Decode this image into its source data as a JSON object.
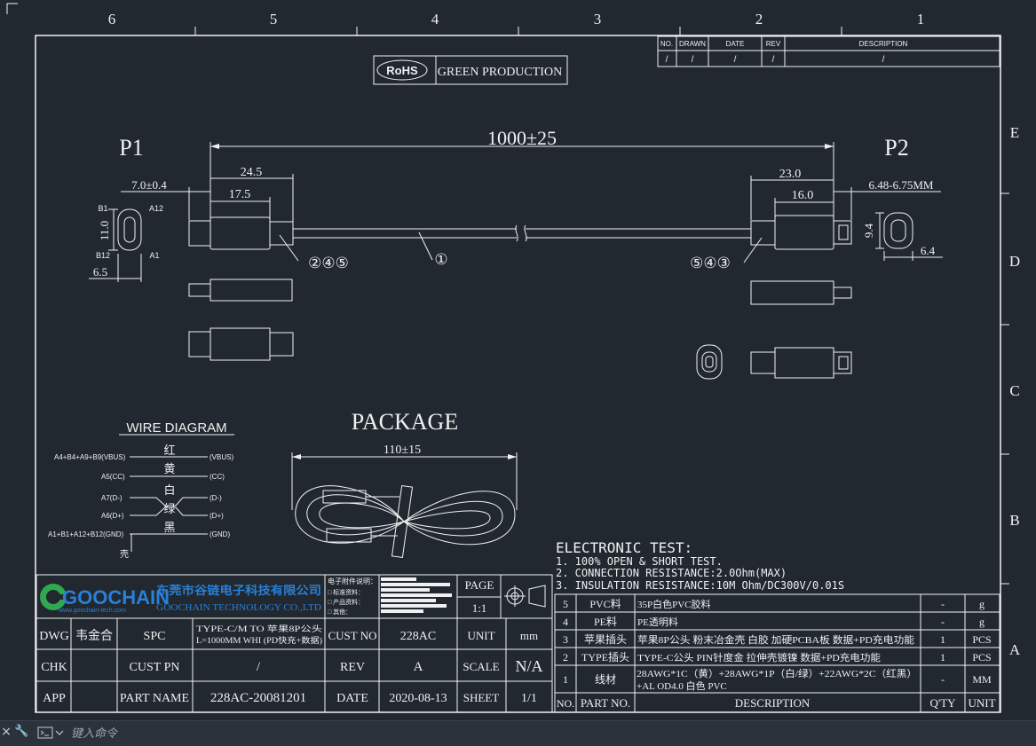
{
  "app": {
    "command_placeholder": "键入命令",
    "close_glyph": "×",
    "wrench_glyph": "🔧"
  },
  "border_zones": {
    "top_numbers": [
      "6",
      "5",
      "4",
      "3",
      "2",
      "1"
    ],
    "right_letters": [
      "E",
      "D",
      "C",
      "B",
      "A"
    ]
  },
  "revision_table": {
    "headers": [
      "NO.",
      "DRAWN",
      "DATE",
      "REV",
      "DESCRIPTION"
    ],
    "row": [
      "/",
      "/",
      "/",
      "/",
      "/"
    ]
  },
  "rohs": {
    "logo_text": "RoHS",
    "label": "GREEN  PRODUCTION"
  },
  "drawing": {
    "p1_label": "P1",
    "p2_label": "P2",
    "total_length": "1000±25",
    "p1_dim_overall": "24.5",
    "p1_dim_body": "17.5",
    "p1_dim_width": "7.0±0.4",
    "p1_dim_height": "11.0",
    "p1_dim_thick": "6.5",
    "p1_pin_b1": "B1",
    "p1_pin_a12": "A12",
    "p1_pin_b12": "B12",
    "p1_pin_a1": "A1",
    "p1_callout": "②④⑤",
    "cable_callout": "①",
    "p2_dim_overall": "23.0",
    "p2_dim_body": "16.0",
    "p2_dim_width": "6.48-6.75MM",
    "p2_dim_height": "9.4",
    "p2_dim_thick": "6.4",
    "p2_callout": "⑤④③"
  },
  "wire_diagram": {
    "title": "WIRE DIAGRAM",
    "rows": [
      {
        "left": "A4+B4+A9+B9(VBUS)",
        "color": "红",
        "right": "(VBUS)"
      },
      {
        "left": "A5(CC)",
        "color": "黄",
        "right": "(CC)"
      },
      {
        "left": "A7(D-)",
        "color": "白",
        "right": "(D-)"
      },
      {
        "left": "A6(D+)",
        "color": "绿",
        "right": "(D+)"
      },
      {
        "left": "A1+B1+A12+B12(GND)",
        "color": "黑",
        "right": "(GND)"
      }
    ],
    "shield_label": "壳"
  },
  "package": {
    "title": "PACKAGE",
    "dim": "110±15"
  },
  "electronic_test": {
    "title": "ELECTRONIC TEST:",
    "lines": [
      "1. 100% OPEN & SHORT TEST.",
      "2. CONNECTION RESISTANCE:2.0Ohm(MAX)",
      "3. INSULATION RESISTANCE:10M Ohm/DC300V/0.01S"
    ]
  },
  "bom": {
    "headers": [
      "NO.",
      "PART NO.",
      "DESCRIPTION",
      "Q'TY",
      "UNIT"
    ],
    "rows": [
      {
        "no": "5",
        "part": "PVC料",
        "desc": "35P白色PVC胶料",
        "qty": "-",
        "unit": "g"
      },
      {
        "no": "4",
        "part": "PE料",
        "desc": "PE透明料",
        "qty": "-",
        "unit": "g"
      },
      {
        "no": "3",
        "part": "苹果插头",
        "desc": "苹果8P公头 粉末冶金壳 白胶 加硬PCBA板 数据+PD充电功能",
        "qty": "1",
        "unit": "PCS"
      },
      {
        "no": "2",
        "part": "TYPE插头",
        "desc": "TYPE-C公头 PIN针度金 拉伸壳镀镍 数据+PD充电功能",
        "qty": "1",
        "unit": "PCS"
      },
      {
        "no": "1",
        "part": "线材",
        "desc": "28AWG*1C（黄）+28AWG*1P（白/绿）+22AWG*2C（红黑）",
        "desc2": "+AL OD4.0 白色 PVC",
        "qty": "-",
        "unit": "MM"
      }
    ]
  },
  "title_block": {
    "logo_text": "GOOCHAIN",
    "logo_url": "www.goochain-tech.com",
    "company_cn": "东莞市谷链电子科技有限公司",
    "company_en": "GOOCHAIN TECHNOLOGY CO.,LTD",
    "notes": [
      "电子附件说明：",
      "□ 标准资料：",
      "□ 产品资料：",
      "□ 其他："
    ],
    "page_label": "PAGE",
    "page_value": "1:1",
    "dwg_label": "DWG",
    "dwg_value": "韦金合",
    "spc_label": "SPC",
    "spc_desc_1": "TYPE-C/M TO 苹果8P公头",
    "spc_desc_2": "L=1000MM WHI (PD快充+数据)",
    "cust_no_label": "CUST NO",
    "cust_no_value": "228AC",
    "unit_label": "UNIT",
    "unit_value": "mm",
    "chk_label": "CHK",
    "cust_pn_label": "CUST PN",
    "cust_pn_value": "/",
    "rev_label": "REV",
    "rev_value": "A",
    "scale_label": "SCALE",
    "scale_value": "N/A",
    "app_label": "APP",
    "part_name_label": "PART NAME",
    "part_name_value": "228AC-20081201",
    "date_label": "DATE",
    "date_value": "2020-08-13",
    "sheet_label": "SHEET",
    "sheet_value": "1/1"
  }
}
